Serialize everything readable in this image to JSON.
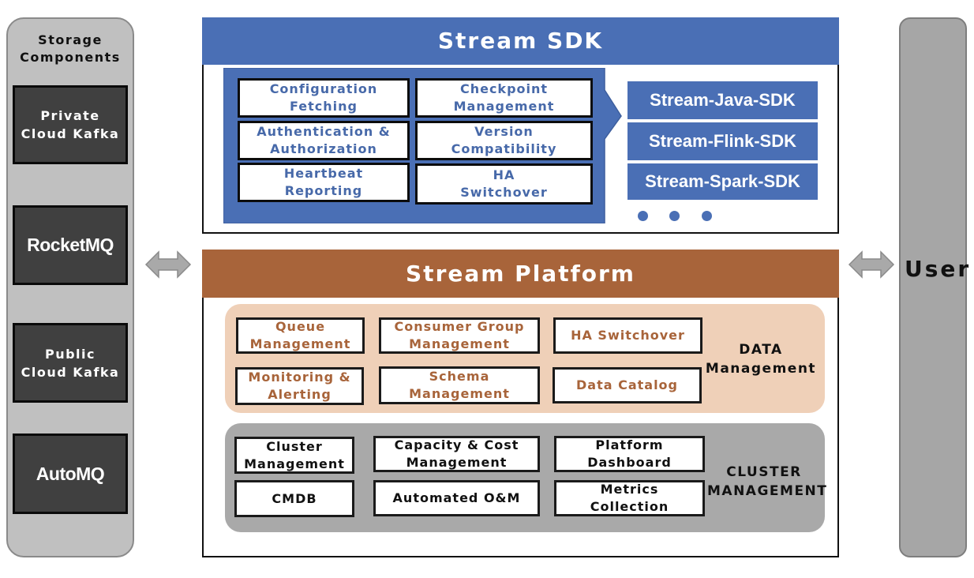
{
  "storage": {
    "title": "Storage Components",
    "title_lines": [
      "Storage",
      "Components"
    ],
    "components": [
      {
        "label_lines": [
          "Private",
          "Cloud Kafka"
        ]
      },
      {
        "label": "RocketMQ"
      },
      {
        "label_lines": [
          "Public",
          "Cloud Kafka"
        ]
      },
      {
        "label": "AutoMQ"
      }
    ]
  },
  "user": {
    "label": "User"
  },
  "sdk": {
    "title": "Stream SDK",
    "capabilities": [
      {
        "lines": [
          "Configuration",
          "Fetching"
        ]
      },
      {
        "lines": [
          "Checkpoint",
          "Management"
        ]
      },
      {
        "lines": [
          "Authentication &",
          "Authorization"
        ]
      },
      {
        "lines": [
          "Version",
          "Compatibility"
        ]
      },
      {
        "lines": [
          "Heartbeat",
          "Reporting"
        ]
      },
      {
        "lines": [
          "HA",
          "Switchover"
        ]
      }
    ],
    "variants": [
      "Stream-Java-SDK",
      "Stream-Flink-SDK",
      "Stream-Spark-SDK"
    ],
    "more_indicator": "• • •"
  },
  "platform": {
    "title": "Stream Platform",
    "data_management": {
      "label_lines": [
        "DATA",
        "Management"
      ],
      "items": [
        {
          "lines": [
            "Queue",
            "Management"
          ]
        },
        {
          "lines": [
            "Consumer Group",
            "Management"
          ]
        },
        {
          "lines": [
            "HA Switchover"
          ]
        },
        {
          "lines": [
            "Monitoring &",
            "Alerting"
          ]
        },
        {
          "lines": [
            "Schema",
            "Management"
          ]
        },
        {
          "lines": [
            "Data Catalog"
          ]
        }
      ]
    },
    "cluster_management": {
      "label_lines": [
        "CLUSTER",
        "MANAGEMENT"
      ],
      "items": [
        {
          "lines": [
            "Cluster",
            "Management"
          ]
        },
        {
          "lines": [
            "Capacity & Cost",
            "Management"
          ]
        },
        {
          "lines": [
            "Platform",
            "Dashboard"
          ]
        },
        {
          "lines": [
            "CMDB"
          ]
        },
        {
          "lines": [
            "Automated O&M"
          ]
        },
        {
          "lines": [
            "Metrics",
            "Collection"
          ]
        }
      ]
    }
  },
  "colors": {
    "sdk_blue": "#4a6fb5",
    "sdk_text_blue": "#4769a9",
    "platform_brown": "#a8643a",
    "data_group_bg": "#efd0b8",
    "cluster_group_bg": "#a9a9a9",
    "storage_bg": "#c0c0c0",
    "storage_box": "#404040",
    "user_bg": "#a6a6a6"
  },
  "connectors": {
    "storage_to_platform": "bidirectional",
    "platform_to_user": "bidirectional"
  }
}
